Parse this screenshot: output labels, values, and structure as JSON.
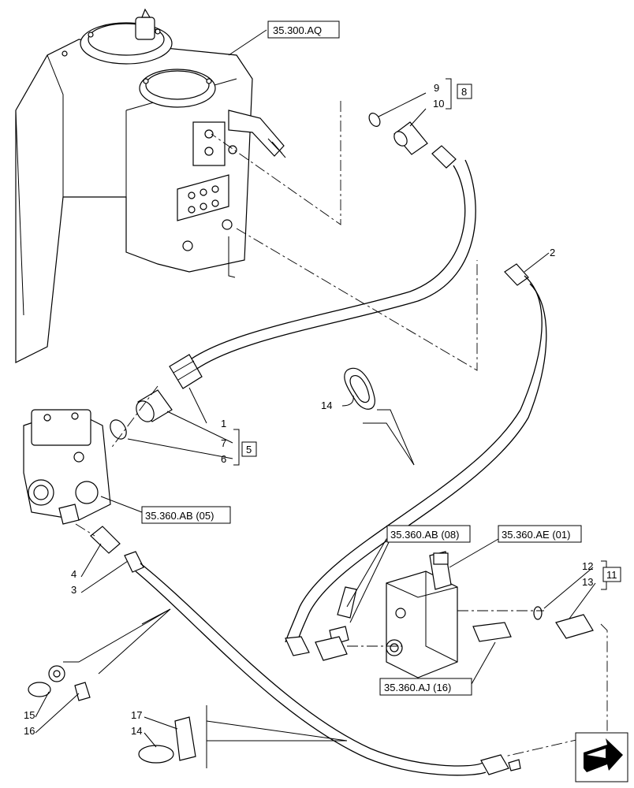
{
  "references": {
    "ref_35_300_AQ": "35.300.AQ",
    "ref_35_360_AB_05": "35.360.AB (05)",
    "ref_35_360_AB_08": "35.360.AB (08)",
    "ref_35_360_AE_01": "35.360.AE (01)",
    "ref_35_360_AJ_16": "35.360.AJ (16)"
  },
  "callouts": {
    "n1": "1",
    "n2": "2",
    "n3": "3",
    "n4": "4",
    "n6": "6",
    "n7": "7",
    "n9": "9",
    "n10": "10",
    "n12": "12",
    "n13": "13",
    "n14a": "14",
    "n14b": "14",
    "n15": "15",
    "n16": "16",
    "n17": "17"
  },
  "kits": {
    "k5": "5",
    "k8": "8",
    "k11": "11"
  },
  "icons": {
    "navigation": "next-page-arrow-icon"
  }
}
